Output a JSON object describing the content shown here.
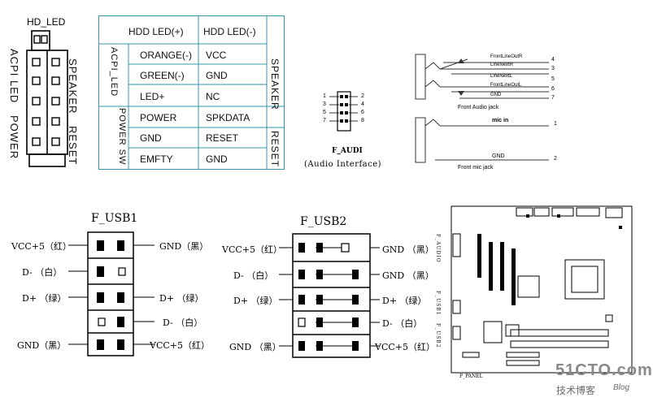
{
  "hd_led_header": {
    "title": "HD_LED",
    "left_label": "ACPI LED",
    "left_label2": "POWER",
    "right_label": "SPEAKER",
    "right_label2": "RESET"
  },
  "pin_table": {
    "col_headers": [
      "HDD LED(+)",
      "HDD LED(-)"
    ],
    "side_left_1": "ACPI_LED",
    "side_left_2": "POWER SW",
    "side_right_1": "SPEAKER",
    "side_right_2": "RESET",
    "rows": [
      [
        "ORANGE(-)",
        "VCC"
      ],
      [
        "GREEN(-)",
        "GND"
      ],
      [
        "LED+",
        "NC"
      ],
      [
        "POWER",
        "SPKDATA"
      ],
      [
        "GND",
        "RESET"
      ],
      [
        "EMFTY",
        "GND"
      ]
    ]
  },
  "f_audi": {
    "title": "F_AUDI",
    "subtitle": "(Audio Interface)",
    "pin_left": [
      "1",
      "3",
      "5",
      "7"
    ],
    "pin_right": [
      "2",
      "4",
      "6",
      "8"
    ]
  },
  "audio_jacks": {
    "front_audio_jack_label": "Front Audio jack",
    "front_mic_jack_label": "Front mic jack",
    "mic_in": "mic in",
    "lines": [
      {
        "label": "FrontLineOutR",
        "pin": "4"
      },
      {
        "label": "LineNextR",
        "pin": "3"
      },
      {
        "label": "LineNextL",
        "pin": "5"
      },
      {
        "label": "FrontLineOutL",
        "pin": "6"
      },
      {
        "label": "GND",
        "pin": "7"
      }
    ],
    "mic_pin": "1",
    "mic_gnd": {
      "label": "GND",
      "pin": "2"
    }
  },
  "f_usb1": {
    "title": "F_USB1",
    "left_labels": [
      "VCC+5（红）",
      "D-  （白）",
      "D+  （绿）",
      "GND（黑）"
    ],
    "right_labels": [
      "GND（黑）",
      "D+ （绿）",
      "D-  （白）",
      "VCC+5（红）"
    ]
  },
  "f_usb2": {
    "title": "F_USB2",
    "left_labels": [
      "VCC+5（红）",
      "D-  （白）",
      "D+  （绿）",
      "GND （黑）"
    ],
    "right_labels": [
      "GND （黑）",
      "GND （黑）",
      "D+ （绿）",
      "D-  （白）",
      "VCC+5（红）"
    ]
  },
  "motherboard": {
    "labels": [
      "F_AUDIO",
      "F_USB1",
      "F_USB2",
      "F_PANEL"
    ]
  },
  "watermark": {
    "site": "51CTO.com",
    "sub": "技术博客",
    "blog": "Blog"
  },
  "colors": {
    "table_border": "#3399aa",
    "jack_line": "#333333"
  }
}
